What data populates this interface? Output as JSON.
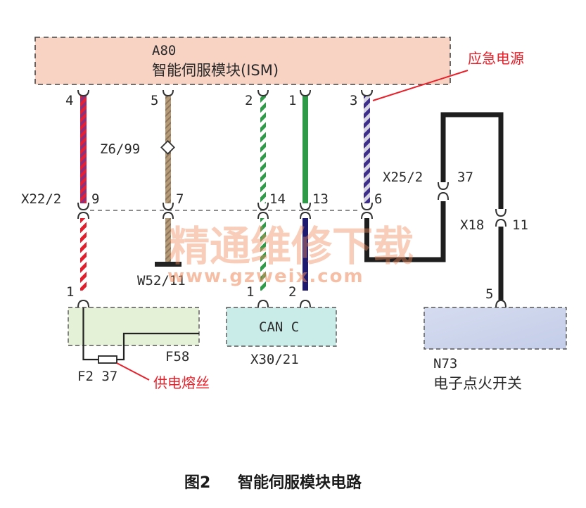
{
  "module": {
    "code": "A80",
    "name": "智能伺服模块(ISM)"
  },
  "callouts": {
    "emergency_power": "应急电源",
    "supply_fuse": "供电熔丝"
  },
  "pins": {
    "ism_4": "4",
    "ism_5": "5",
    "ism_2": "2",
    "ism_1": "1",
    "ism_3": "3",
    "x22_9": "9",
    "x22_7": "7",
    "x22_14": "14",
    "x22_13": "13",
    "x22_6": "6",
    "f58_1": "1",
    "x30_1": "1",
    "x30_2": "2",
    "x25_37": "37",
    "x18_11": "11",
    "n73_5": "5"
  },
  "connectors": {
    "x22": "X22/2",
    "z6": "Z6/99",
    "w52": "W52/11",
    "x25": "X25/2",
    "x18": "X18",
    "f2": "F2 37",
    "f58": "F58",
    "x30": "X30/21",
    "n73": "N73"
  },
  "components": {
    "can_box": "CAN C",
    "ignition_switch": "电子点火开关"
  },
  "watermark": {
    "cn": "精通维修下载",
    "url": "www.gzweix.com"
  },
  "caption": {
    "figure_no": "图2",
    "title": "智能伺服模块电路"
  },
  "colors": {
    "module_fill": "#f8d3c4",
    "can_fill": "#c9ece9",
    "n73_fill": "#cfd6ec",
    "f58_fill": "#e4f1d6",
    "callout_red": "#e8202a",
    "wire_green": "#2f9a48",
    "wire_tan": "#b59a78",
    "wire_purple": "#3e2e8c",
    "wire_magenta": "#b82c5e"
  }
}
